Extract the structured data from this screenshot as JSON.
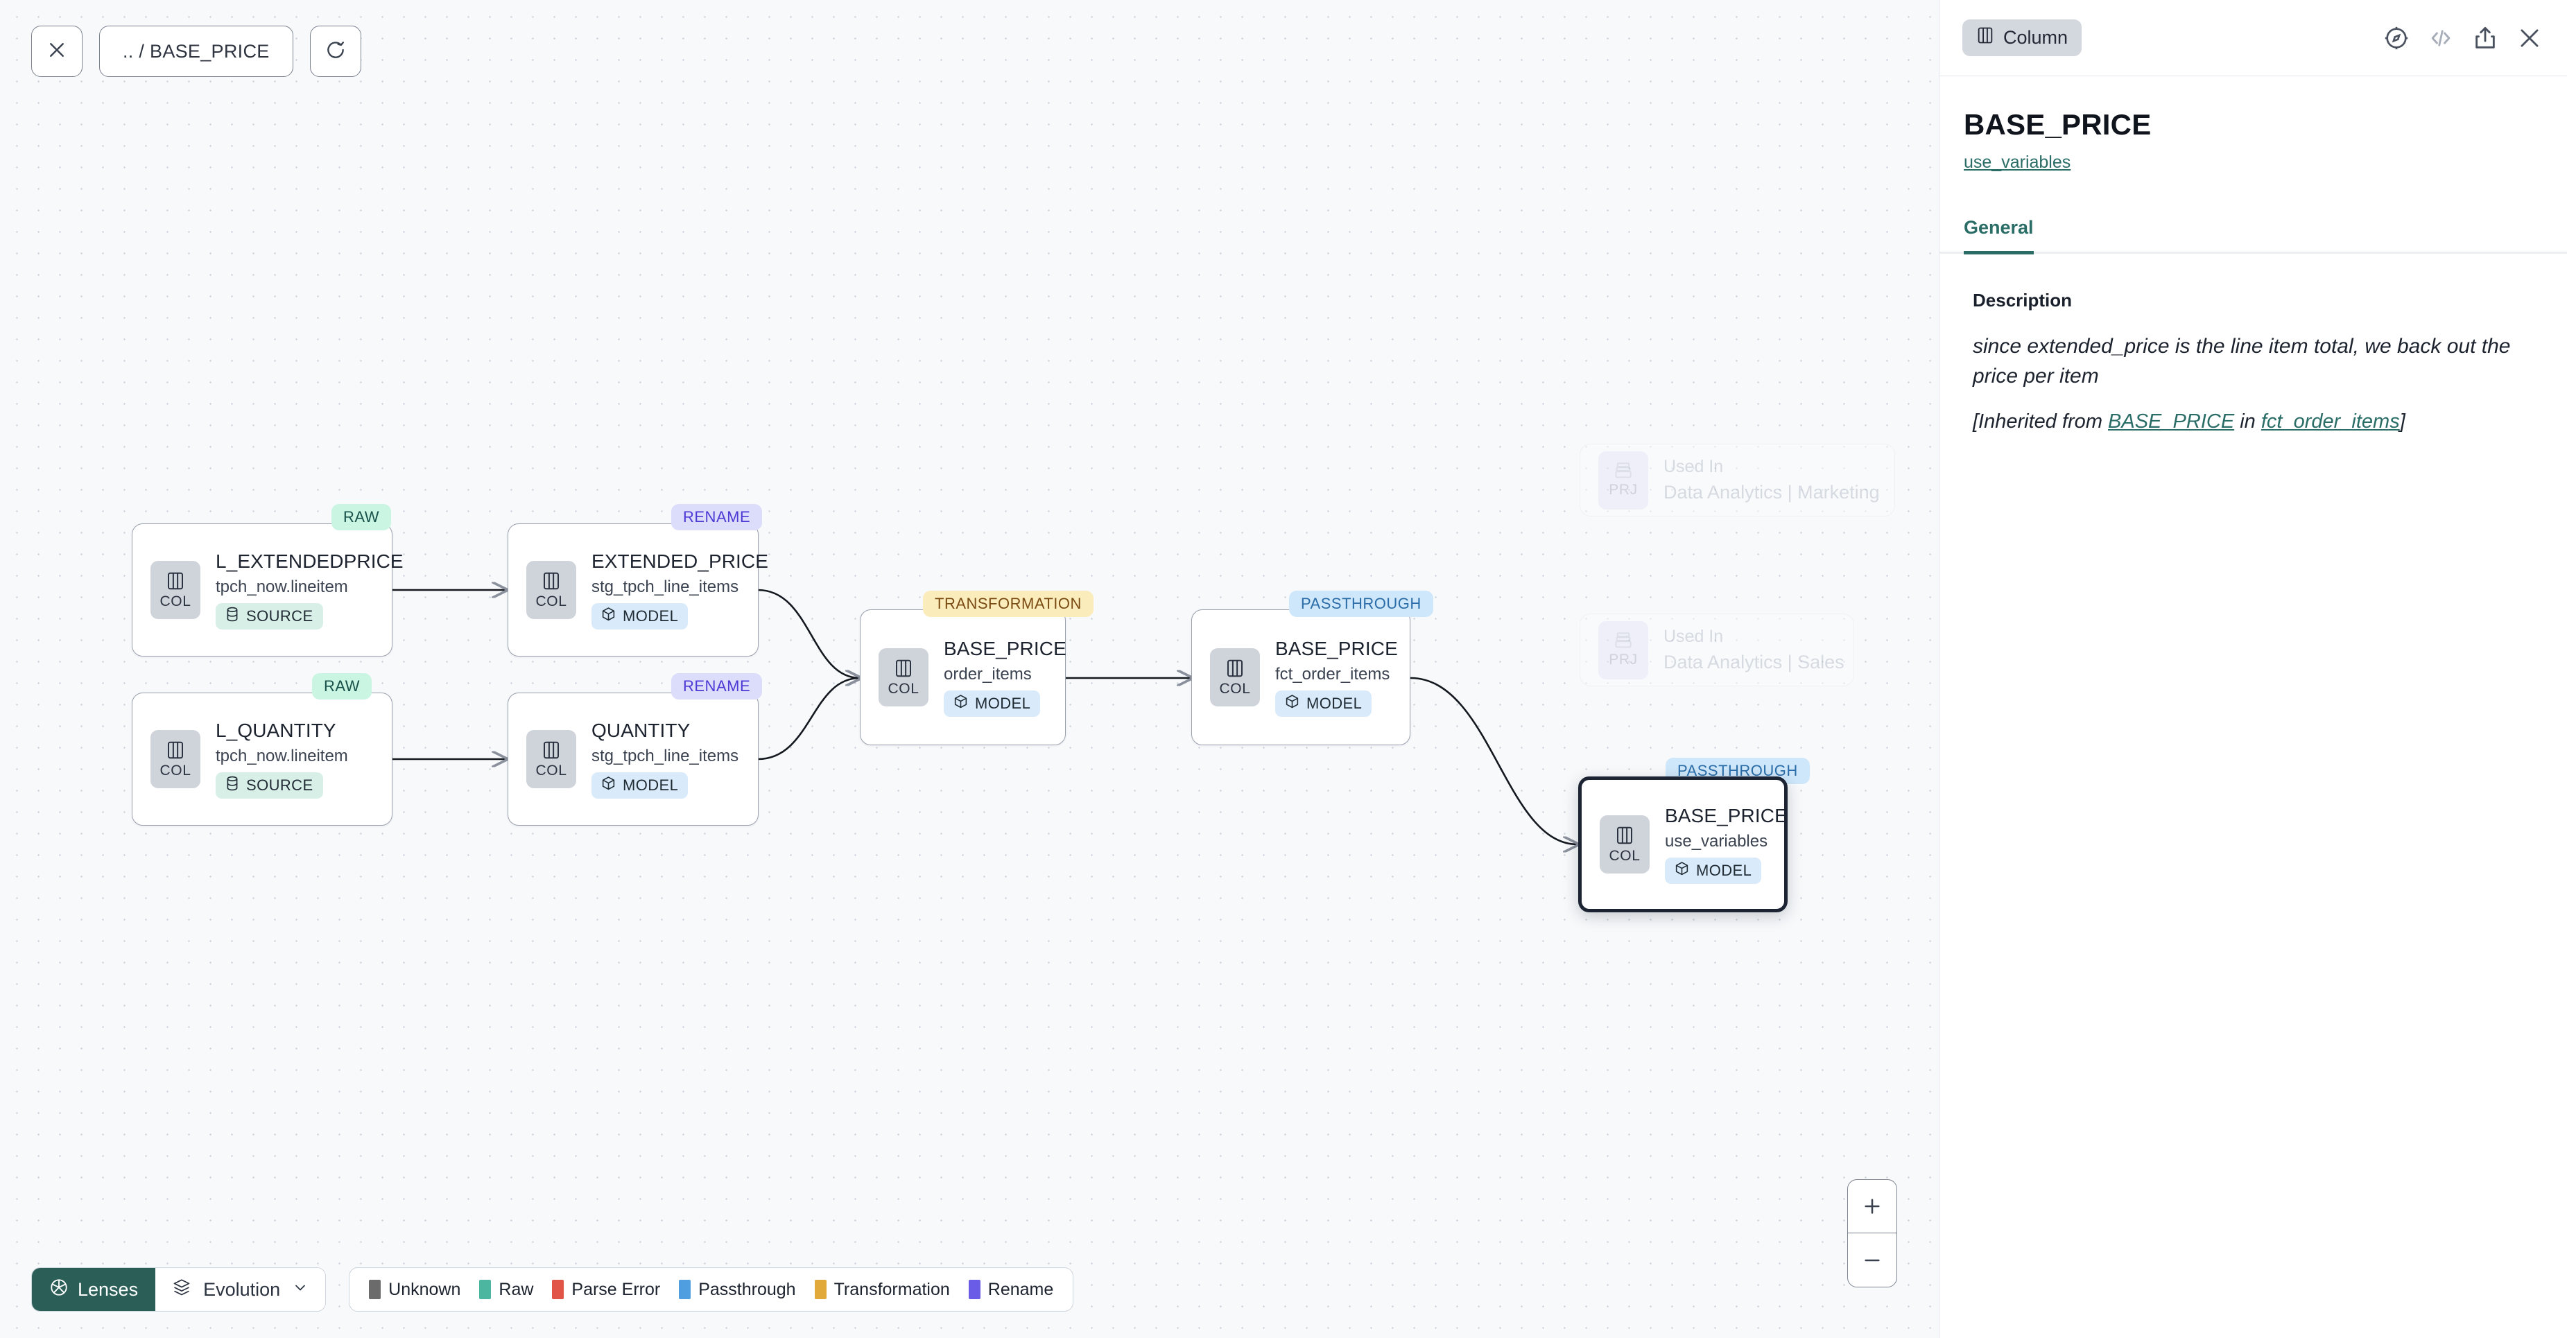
{
  "toolbar": {
    "close_label": "×",
    "breadcrumb": ".. / BASE_PRICE",
    "refresh_label": "refresh"
  },
  "graph": {
    "nodes": [
      {
        "id": "l_extendedprice",
        "kind": "COL",
        "name": "L_EXTENDEDPRICE",
        "sub": "tpch_now.lineitem",
        "chip": "SOURCE",
        "chip_type": "source",
        "badge": "RAW",
        "badge_type": "raw",
        "selected": false
      },
      {
        "id": "l_quantity",
        "kind": "COL",
        "name": "L_QUANTITY",
        "sub": "tpch_now.lineitem",
        "chip": "SOURCE",
        "chip_type": "source",
        "badge": "RAW",
        "badge_type": "raw",
        "selected": false
      },
      {
        "id": "extended_price",
        "kind": "COL",
        "name": "EXTENDED_PRICE",
        "sub": "stg_tpch_line_items",
        "chip": "MODEL",
        "chip_type": "model",
        "badge": "RENAME",
        "badge_type": "rn",
        "selected": false
      },
      {
        "id": "quantity",
        "kind": "COL",
        "name": "QUANTITY",
        "sub": "stg_tpch_line_items",
        "chip": "MODEL",
        "chip_type": "model",
        "badge": "RENAME",
        "badge_type": "rn",
        "selected": false
      },
      {
        "id": "base_price_order_items",
        "kind": "COL",
        "name": "BASE_PRICE",
        "sub": "order_items",
        "chip": "MODEL",
        "chip_type": "model",
        "badge": "TRANSFORMATION",
        "badge_type": "tf",
        "selected": false
      },
      {
        "id": "base_price_fct",
        "kind": "COL",
        "name": "BASE_PRICE",
        "sub": "fct_order_items",
        "chip": "MODEL",
        "chip_type": "model",
        "badge": "PASSTHROUGH",
        "badge_type": "pt",
        "selected": false
      },
      {
        "id": "base_price_use_variables",
        "kind": "COL",
        "name": "BASE_PRICE",
        "sub": "use_variables",
        "chip": "MODEL",
        "chip_type": "model",
        "badge": "PASSTHROUGH",
        "badge_type": "pt",
        "selected": true
      }
    ],
    "used_in": [
      {
        "kind": "PRJ",
        "label": "Used In",
        "value": "Data Analytics | Marketing"
      },
      {
        "kind": "PRJ",
        "label": "Used In",
        "value": "Data Analytics | Sales"
      }
    ]
  },
  "bottom": {
    "lenses_label": "Lenses",
    "evolution_label": "Evolution",
    "legend": [
      {
        "label": "Unknown",
        "color": "#6b6b6b"
      },
      {
        "label": "Raw",
        "color": "#4db6a0"
      },
      {
        "label": "Parse Error",
        "color": "#e05548"
      },
      {
        "label": "Passthrough",
        "color": "#4f9fe0"
      },
      {
        "label": "Transformation",
        "color": "#e0a93a"
      },
      {
        "label": "Rename",
        "color": "#6b5ce7"
      }
    ],
    "zoom_in": "+",
    "zoom_out": "−"
  },
  "panel": {
    "type_label": "Column",
    "title": "BASE_PRICE",
    "model_link": "use_variables",
    "tab_general": "General",
    "description_label": "Description",
    "description_text": "since extended_price is the line item total, we back out the price per item",
    "inherited_prefix": "[Inherited from ",
    "inherited_column": "BASE_PRICE",
    "inherited_mid": " in ",
    "inherited_model": "fct_order_items",
    "inherited_suffix": "]"
  }
}
